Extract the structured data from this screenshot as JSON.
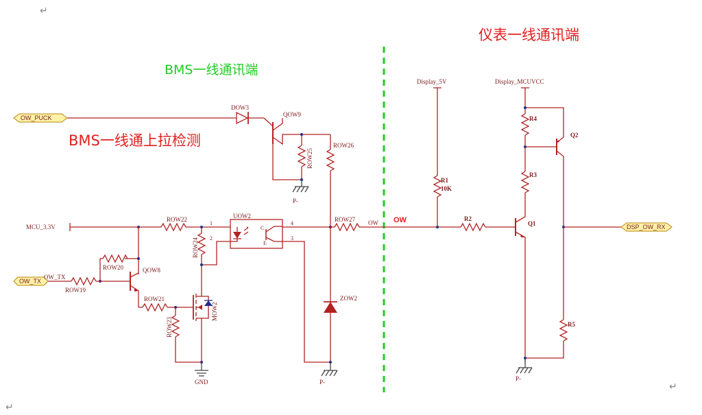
{
  "titles": {
    "bms_one_wire": "BMS一线通讯端",
    "meter_one_wire": "仪表一线通讯端",
    "bms_pullup_detect": "BMS一线通上拉检测"
  },
  "ports": {
    "ow_puck": "OW_PUCK",
    "ow_tx": "OW_TX",
    "dsp_ow_rx": "DSP_OW_RX"
  },
  "nets": {
    "mcu_3v3": "MCU_3.3V",
    "display_5v": "Display_5V",
    "display_mcuvcc": "Display_MCUVCC",
    "ow_net": "OW",
    "ow_divider": "OW",
    "ow_tx_net": "OW_TX",
    "gnd": "GND",
    "p_minus": "P-"
  },
  "components": {
    "dow3": "DOW3",
    "qow9": "QOW9",
    "row25": "ROW25",
    "row26": "ROW26",
    "row22": "ROW22",
    "row24": "ROW24",
    "uow2": "UOW2",
    "row27": "ROW27",
    "zow2": "ZOW2",
    "row20": "ROW20",
    "qow8": "QOW8",
    "row19": "ROW19",
    "row21": "ROW21",
    "row23": "ROW23",
    "mow2": "MOW2",
    "r1": "R1",
    "r1_value": "10K",
    "r2": "R2",
    "r3": "R3",
    "r4": "R4",
    "r5": "R5",
    "q1": "Q1",
    "q2": "Q2"
  },
  "pins": {
    "p1": "1",
    "p2": "2",
    "p3": "3",
    "p4": "4",
    "c": "C",
    "e": "E"
  },
  "return_mark": "↵",
  "colors": {
    "wire": "#b22222",
    "divider": "#22cc22",
    "title_red": "#e02020",
    "title_green": "#22cc22",
    "junction": "#1f2d8c"
  }
}
